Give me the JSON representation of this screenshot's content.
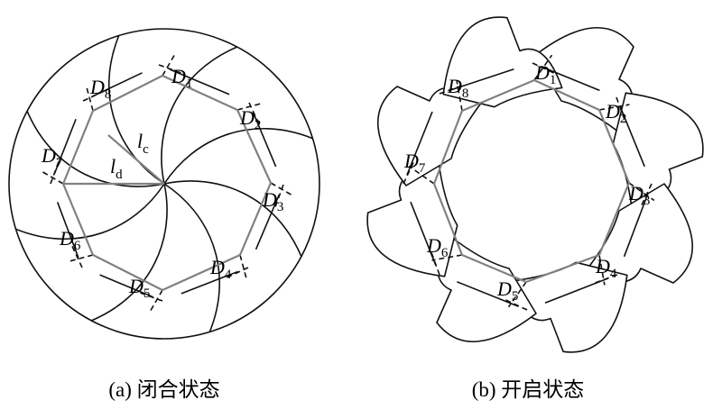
{
  "panel_a": {
    "caption": "(a) 闭合状态",
    "blade_labels": [
      {
        "letter": "D",
        "sub": "1"
      },
      {
        "letter": "D",
        "sub": "2"
      },
      {
        "letter": "D",
        "sub": "3"
      },
      {
        "letter": "D",
        "sub": "4"
      },
      {
        "letter": "D",
        "sub": "5"
      },
      {
        "letter": "D",
        "sub": "6"
      },
      {
        "letter": "D",
        "sub": "7"
      },
      {
        "letter": "D",
        "sub": "8"
      }
    ],
    "length_labels": [
      {
        "letter": "l",
        "sub": "c"
      },
      {
        "letter": "l",
        "sub": "d"
      }
    ]
  },
  "panel_b": {
    "caption": "(b) 开启状态",
    "blade_labels": [
      {
        "letter": "D",
        "sub": "1"
      },
      {
        "letter": "D",
        "sub": "2"
      },
      {
        "letter": "D",
        "sub": "3"
      },
      {
        "letter": "D",
        "sub": "4"
      },
      {
        "letter": "D",
        "sub": "5"
      },
      {
        "letter": "D",
        "sub": "6"
      },
      {
        "letter": "D",
        "sub": "7"
      },
      {
        "letter": "D",
        "sub": "8"
      }
    ]
  }
}
